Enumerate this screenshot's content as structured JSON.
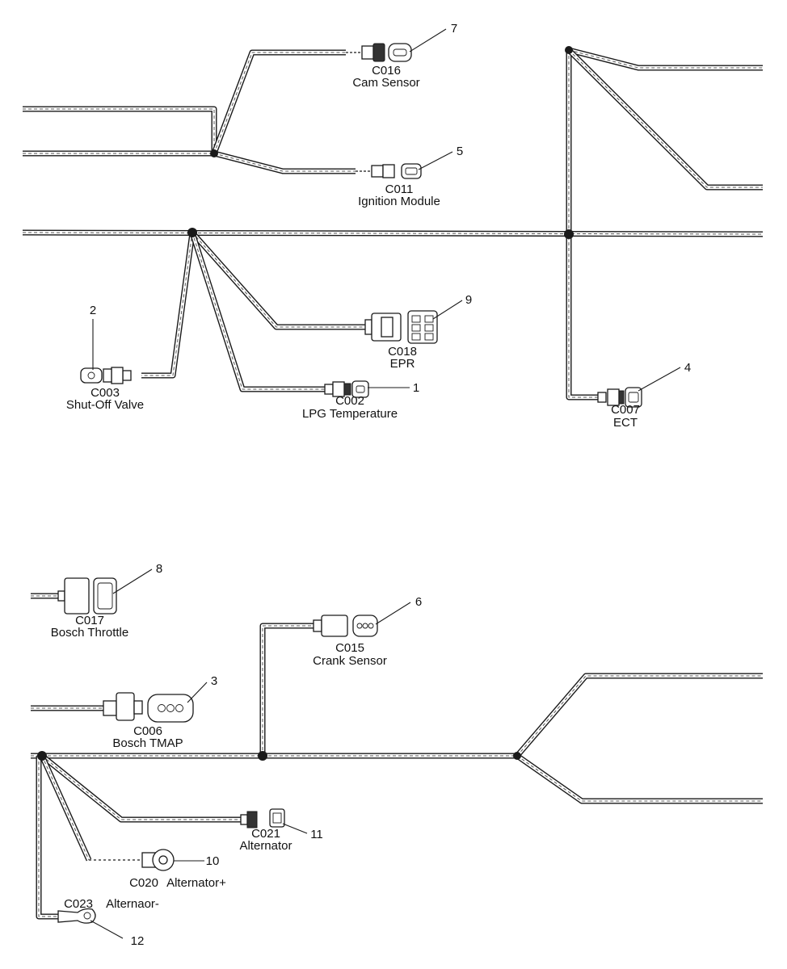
{
  "callouts": [
    {
      "num": "1",
      "code": "C002",
      "name": "LPG Temperature"
    },
    {
      "num": "2",
      "code": "C003",
      "name": "Shut-Off Valve"
    },
    {
      "num": "3",
      "code": "C006",
      "name": "Bosch TMAP"
    },
    {
      "num": "4",
      "code": "C007",
      "name": "ECT"
    },
    {
      "num": "5",
      "code": "C011",
      "name": "Ignition Module"
    },
    {
      "num": "6",
      "code": "C015",
      "name": "Crank Sensor"
    },
    {
      "num": "7",
      "code": "C016",
      "name": "Cam Sensor"
    },
    {
      "num": "8",
      "code": "C017",
      "name": "Bosch Throttle"
    },
    {
      "num": "9",
      "code": "C018",
      "name": "EPR"
    },
    {
      "num": "10",
      "code": "C020",
      "name": "Alternator+"
    },
    {
      "num": "11",
      "code": "C021",
      "name": "Alternator"
    },
    {
      "num": "12",
      "code": "C023",
      "name": "Alternaor-"
    }
  ],
  "colors": {
    "line": "#1a1a1a",
    "background": "#ffffff"
  }
}
